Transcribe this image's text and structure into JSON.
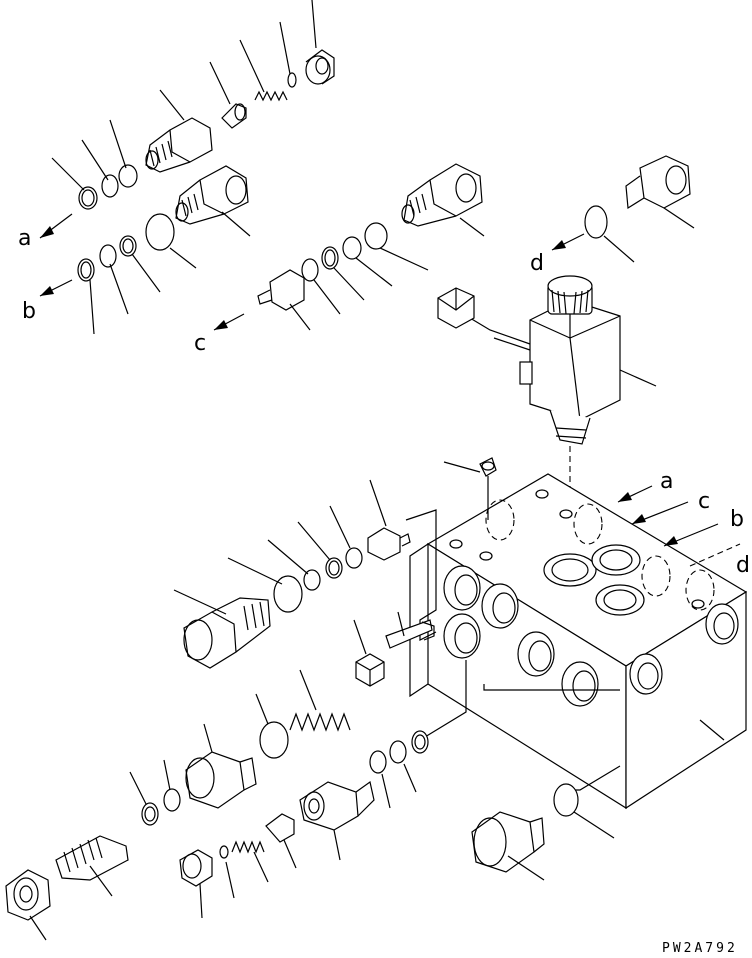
{
  "port_labels": {
    "a_left": "a",
    "b_left": "b",
    "c_left": "c",
    "d_left": "d",
    "a_right": "a",
    "c_right": "c",
    "b_right": "b",
    "d_right": "d"
  },
  "drawing_code": "PW2A792"
}
